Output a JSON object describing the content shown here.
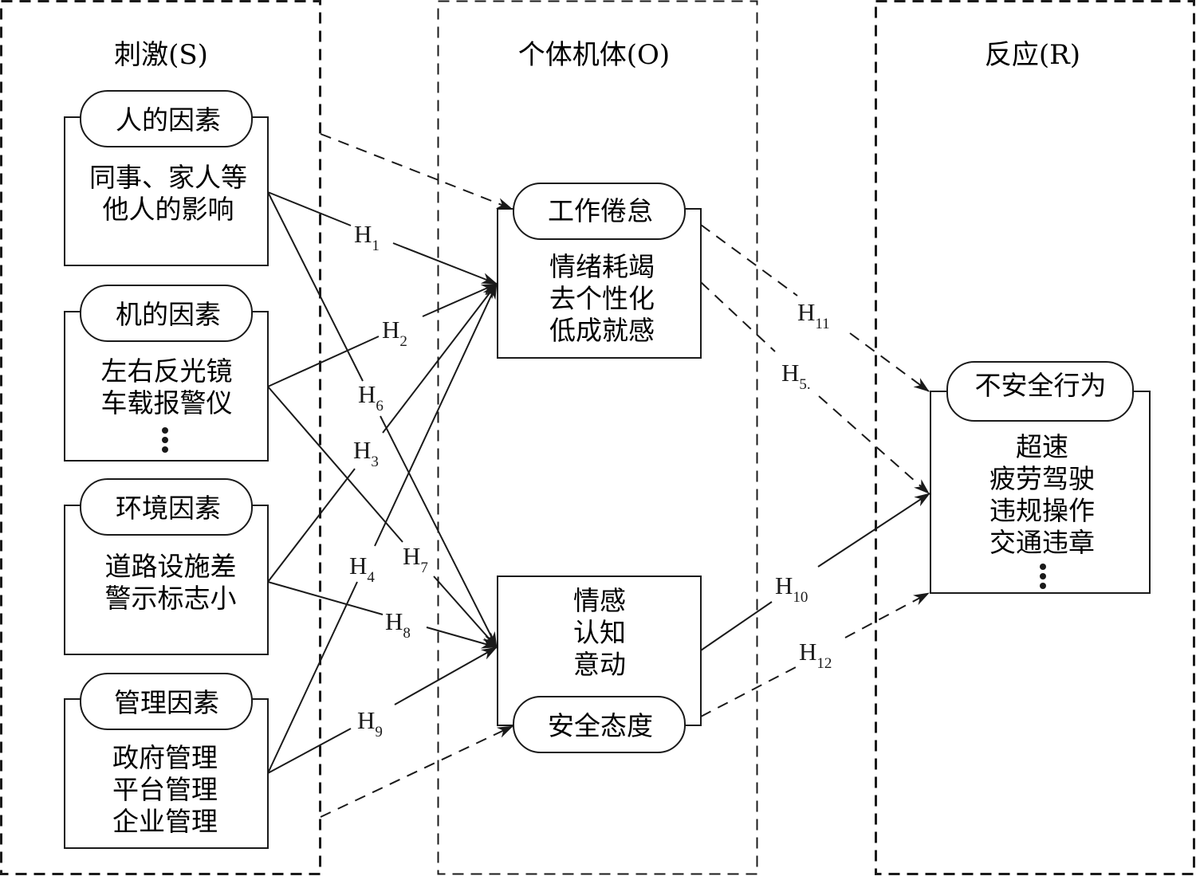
{
  "panels": [
    {
      "id": "stimulus",
      "title": "刺激(S)"
    },
    {
      "id": "organism",
      "title": "个体机体(O)"
    },
    {
      "id": "response",
      "title": "反应(R)"
    }
  ],
  "stimulus_boxes": [
    {
      "header": "人的因素",
      "lines": [
        "同事、家人等",
        "他人的影响"
      ],
      "ellipsis": false
    },
    {
      "header": "机的因素",
      "lines": [
        "左右反光镜",
        "车载报警仪"
      ],
      "ellipsis": true
    },
    {
      "header": "环境因素",
      "lines": [
        "道路设施差",
        "警示标志小"
      ],
      "ellipsis": false
    },
    {
      "header": "管理因素",
      "lines": [
        "政府管理",
        "平台管理",
        "企业管理"
      ],
      "ellipsis": false
    }
  ],
  "organism_boxes": {
    "burnout": {
      "header": "工作倦怠",
      "lines": [
        "情绪耗竭",
        "去个性化",
        "低成就感"
      ]
    },
    "attitude": {
      "header": "安全态度",
      "lines": [
        "情感",
        "认知",
        "意动"
      ]
    }
  },
  "response_box": {
    "header": "不安全行为",
    "lines": [
      "超速",
      "疲劳驾驶",
      "违规操作",
      "交通违章"
    ],
    "ellipsis": true
  },
  "hypotheses": [
    {
      "id": "H1",
      "base": "H",
      "sub": "1",
      "from": "人的因素",
      "to": "工作倦怠",
      "style": "solid"
    },
    {
      "id": "H2",
      "base": "H",
      "sub": "2",
      "from": "机的因素",
      "to": "工作倦怠",
      "style": "solid"
    },
    {
      "id": "H3",
      "base": "H",
      "sub": "3",
      "from": "环境因素",
      "to": "工作倦怠",
      "style": "solid"
    },
    {
      "id": "H4",
      "base": "H",
      "sub": "4",
      "from": "管理因素",
      "to": "工作倦怠",
      "style": "solid"
    },
    {
      "id": "H5",
      "base": "H",
      "sub": "5.",
      "from": "工作倦怠",
      "to": "不安全行为",
      "style": "dashed"
    },
    {
      "id": "H6",
      "base": "H",
      "sub": "6",
      "from": "人的因素",
      "to": "安全态度",
      "style": "solid"
    },
    {
      "id": "H7",
      "base": "H",
      "sub": "7",
      "from": "机的因素",
      "to": "安全态度",
      "style": "solid"
    },
    {
      "id": "H8",
      "base": "H",
      "sub": "8",
      "from": "环境因素",
      "to": "安全态度",
      "style": "solid"
    },
    {
      "id": "H9",
      "base": "H",
      "sub": "9",
      "from": "管理因素",
      "to": "安全态度",
      "style": "solid"
    },
    {
      "id": "H10",
      "base": "H",
      "sub": "10",
      "from": "安全态度",
      "to": "不安全行为",
      "style": "solid"
    },
    {
      "id": "H11",
      "base": "H",
      "sub": "11",
      "from": "工作倦怠",
      "to": "不安全行为",
      "style": "dashed"
    },
    {
      "id": "H12",
      "base": "H",
      "sub": "12",
      "from": "安全态度",
      "to": "不安全行为",
      "style": "dashed"
    }
  ],
  "moderation_arrows": [
    {
      "from": "刺激(S)",
      "to": "工作倦怠",
      "style": "dashed"
    },
    {
      "from": "刺激(S)",
      "to": "安全态度",
      "style": "dashed"
    }
  ]
}
